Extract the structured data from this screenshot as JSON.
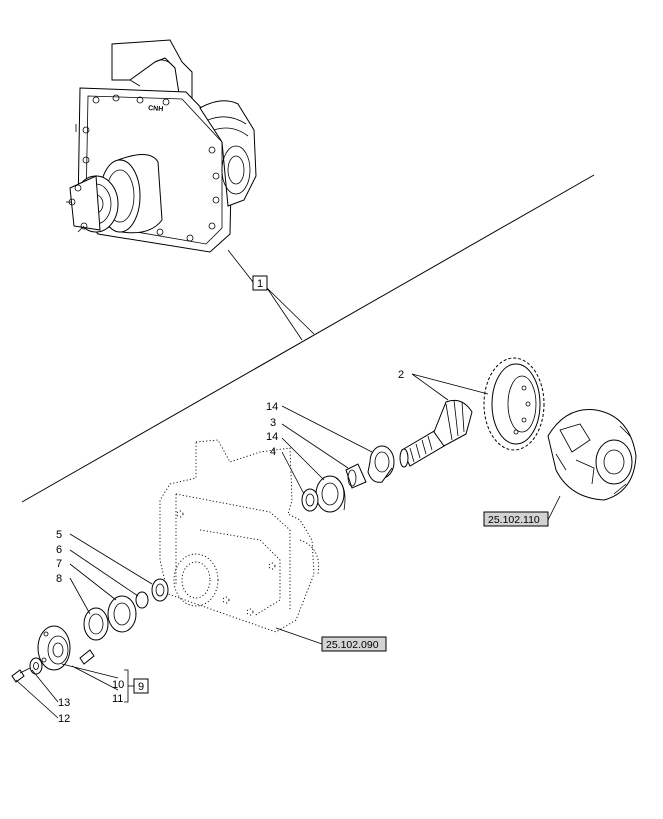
{
  "logo": "CNH",
  "callouts": {
    "c1": "1",
    "c2": "2",
    "c3": "3",
    "c4": "4",
    "c5": "5",
    "c6": "6",
    "c7": "7",
    "c8": "8",
    "c9": "9",
    "c10": "10",
    "c11": "11",
    "c12": "12",
    "c13": "13",
    "c14a": "14",
    "c14b": "14"
  },
  "references": {
    "ring_gear_ref": "25.102.110",
    "housing_ref": "25.102.090"
  }
}
